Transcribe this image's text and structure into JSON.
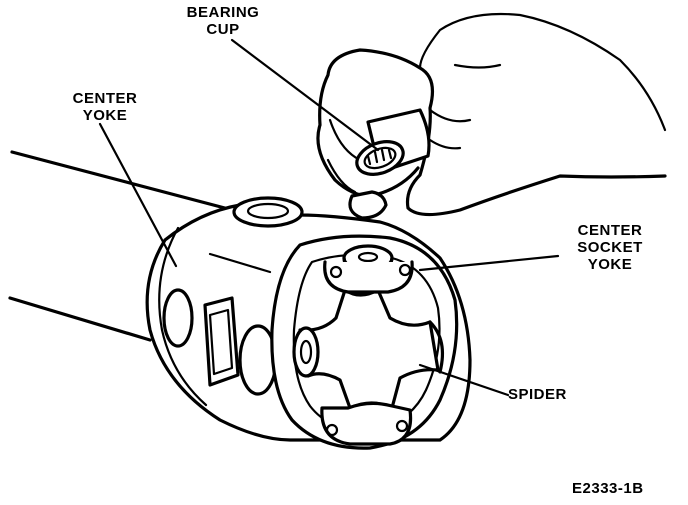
{
  "labels": {
    "bearing_cup_line1": "BEARING",
    "bearing_cup_line2": "CUP",
    "center_yoke_line1": "CENTER",
    "center_yoke_line2": "YOKE",
    "socket_line1": "CENTER",
    "socket_line2": "SOCKET",
    "socket_line3": "YOKE",
    "spider": "SPIDER"
  },
  "figure_code": "E2333-1B",
  "colors": {
    "ink": "#000000",
    "paper": "#ffffff"
  }
}
